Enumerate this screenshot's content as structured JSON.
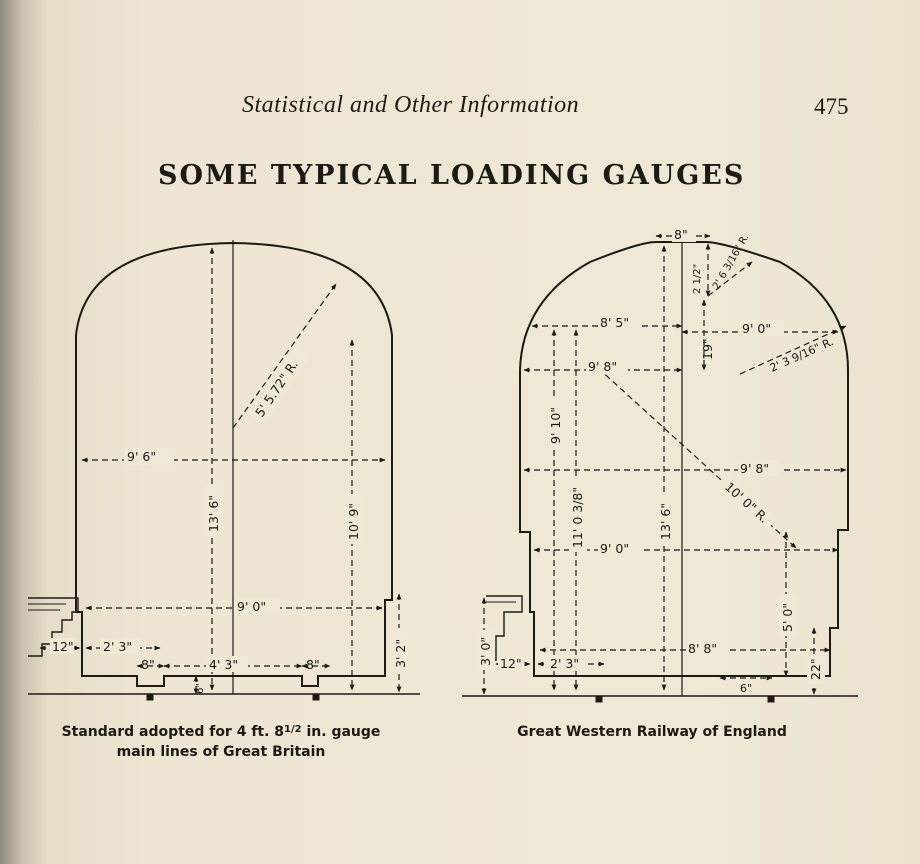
{
  "header": {
    "running_head": "Statistical and Other Information",
    "page_number": "475"
  },
  "title": "SOME TYPICAL LOADING GAUGES",
  "left_gauge": {
    "caption_line1_a": "Standard adopted for 4 ft. 8",
    "caption_line1_frac": "1/2",
    "caption_line1_b": " in. gauge",
    "caption_line2": "main lines of Great Britain",
    "dims": {
      "width_upper": "9' 6\"",
      "radius": "5' 5.72\" R.",
      "height_total": "13' 6\"",
      "height_side": "10' 9\"",
      "width_lower": "9' 0\"",
      "step_height": "3' 2\"",
      "edge_12": "12\"",
      "step_width": "2' 3\"",
      "rail_8a": "8\"",
      "between_rails": "4' 3\"",
      "rail_8b": "8\"",
      "gap_6": "6\""
    }
  },
  "right_gauge": {
    "caption": "Great Western Railway of England",
    "dims": {
      "top_8": "8\"",
      "h_2_1_2": "2 1/2\"",
      "r_small": "2' 6 3/16\" R.",
      "w_8_5": "8' 5\"",
      "w_9_0_a": "9' 0\"",
      "h_19": "19\"",
      "r_mid": "2' 3 9/16\" R.",
      "w_9_8_a": "9' 8\"",
      "h_9_10": "9' 10\"",
      "w_9_8_b": "9' 8\"",
      "r_large": "10' 0\" R.",
      "h_11_0_3_8": "11' 0 3/8\"",
      "h_13_6": "13' 6\"",
      "w_9_0_b": "9' 0\"",
      "h_5_0": "5' 0\"",
      "step_3_0": "3' 0\"",
      "w_8_8": "8' 8\"",
      "h_22": "22\"",
      "edge_12": "12\"",
      "step_2_3": "2' 3\"",
      "gap_6": "6\""
    }
  }
}
